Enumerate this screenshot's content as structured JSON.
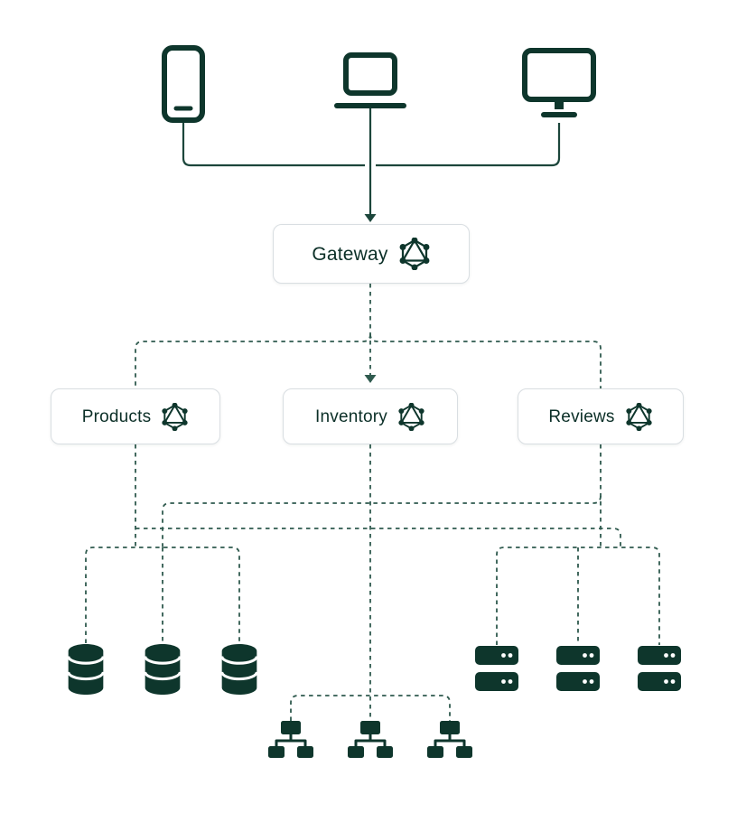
{
  "diagram": {
    "kind": "graphql-federation-architecture",
    "palette": {
      "accent": "#0e362c",
      "line_solid": "#1c463b",
      "line_dashed": "#2f5a4e",
      "box_border": "#d9dee2",
      "box_background": "#ffffff",
      "label_text": "#0b2f27",
      "background": "#ffffff"
    },
    "clients": [
      {
        "icon": "tablet-icon"
      },
      {
        "icon": "laptop-icon"
      },
      {
        "icon": "desktop-icon"
      }
    ],
    "gateway": {
      "label": "Gateway",
      "icon": "graphql-logo-icon"
    },
    "services": [
      {
        "label": "Products",
        "icon": "graphql-logo-icon"
      },
      {
        "label": "Inventory",
        "icon": "graphql-logo-icon"
      },
      {
        "label": "Reviews",
        "icon": "graphql-logo-icon"
      }
    ],
    "data_sources": {
      "databases": {
        "count": 3,
        "icon": "database-icon"
      },
      "servers": {
        "count": 3,
        "icon": "server-icon"
      },
      "network_nodes": {
        "count": 3,
        "icon": "network-tree-icon"
      }
    }
  }
}
